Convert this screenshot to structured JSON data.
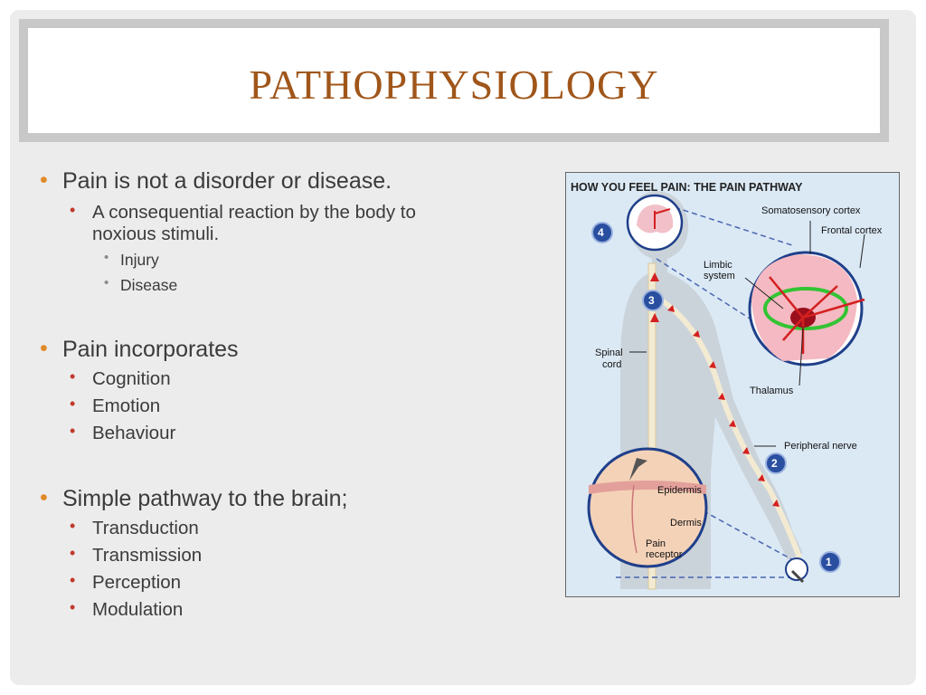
{
  "title": "PATHOPHYSIOLOGY",
  "bullets": {
    "b1": "Pain is not a disorder or disease.",
    "b1_sub": "A consequential reaction by the body to",
    "b1_sub2": "noxious stimuli.",
    "b1_items": [
      "Injury",
      "Disease"
    ],
    "b2": "Pain incorporates",
    "b2_items": [
      "Cognition",
      "Emotion",
      "Behaviour"
    ],
    "b3": "Simple pathway to the brain;",
    "b3_items": [
      "Transduction",
      "Transmission",
      "Perception",
      "Modulation"
    ]
  },
  "figure": {
    "title": "HOW YOU FEEL PAIN: THE PAIN PATHWAY",
    "labels": {
      "somatosensory": "Somatosensory cortex",
      "frontal": "Frontal cortex",
      "limbic1": "Limbic",
      "limbic2": "system",
      "spinal1": "Spinal",
      "spinal2": "cord",
      "thalamus": "Thalamus",
      "peripheral": "Peripheral nerve",
      "epidermis": "Epidermis",
      "dermis": "Dermis",
      "pain1": "Pain",
      "pain2": "receptor"
    },
    "steps": [
      "1",
      "2",
      "3",
      "4"
    ]
  }
}
